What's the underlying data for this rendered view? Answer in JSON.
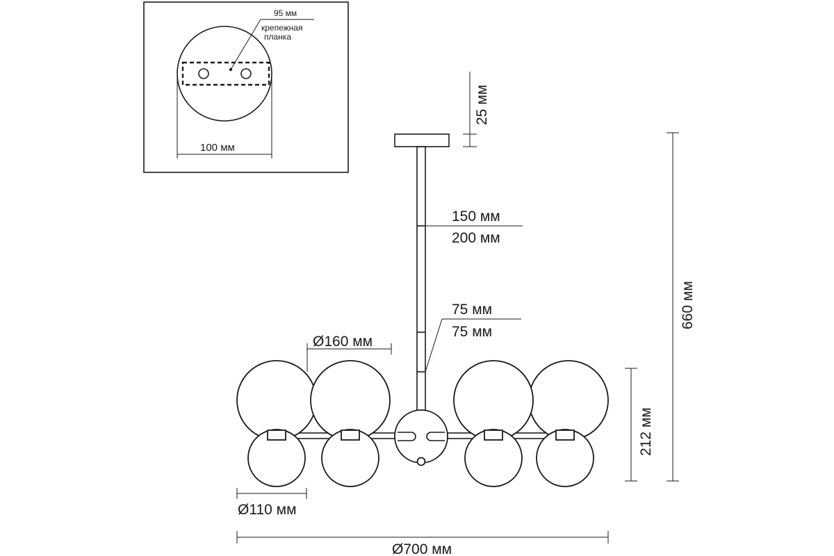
{
  "inset": {
    "plate_label": "95 мм",
    "plate_name_line1": "крепежная",
    "plate_name_line2": "планка",
    "canopy_width": "100 мм"
  },
  "dimensions": {
    "canopy_height": "25 мм",
    "rod_option_1": "150 мм",
    "rod_option_2": "200 мм",
    "rod_segment_1": "75 мм",
    "rod_segment_2": "75 мм",
    "upper_shade_diameter": "Ø160 мм",
    "lower_shade_diameter": "Ø110 мм",
    "total_diameter": "Ø700 мм",
    "body_height": "212 мм",
    "total_height": "660 мм"
  }
}
